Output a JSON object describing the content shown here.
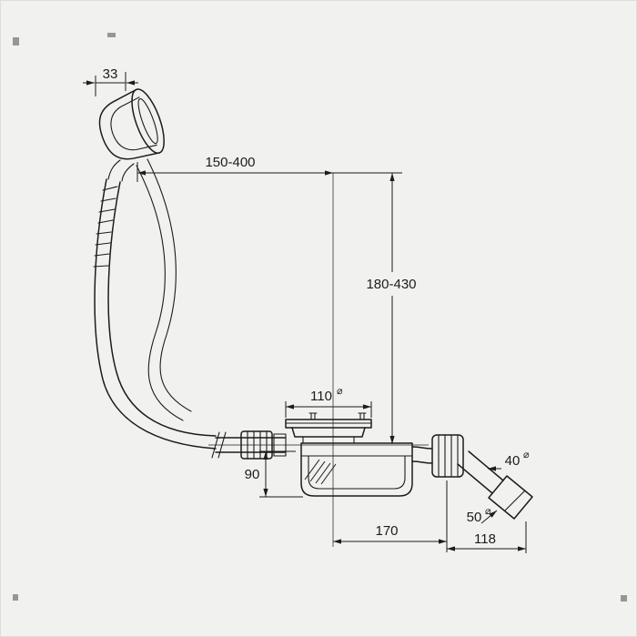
{
  "colors": {
    "background": "#f1f1ef",
    "line": "#1c1c1c"
  },
  "dimensions": {
    "knob_width": "33",
    "hose_length_range": "150-400",
    "install_height_range": "180-430",
    "strainer_diameter": "110",
    "trap_depth": "90",
    "horizontal_offset": "170",
    "outlet_projection": "118",
    "outlet_diameter": "50",
    "pipe_diameter": "40",
    "diameter_symbol": "⌀"
  }
}
